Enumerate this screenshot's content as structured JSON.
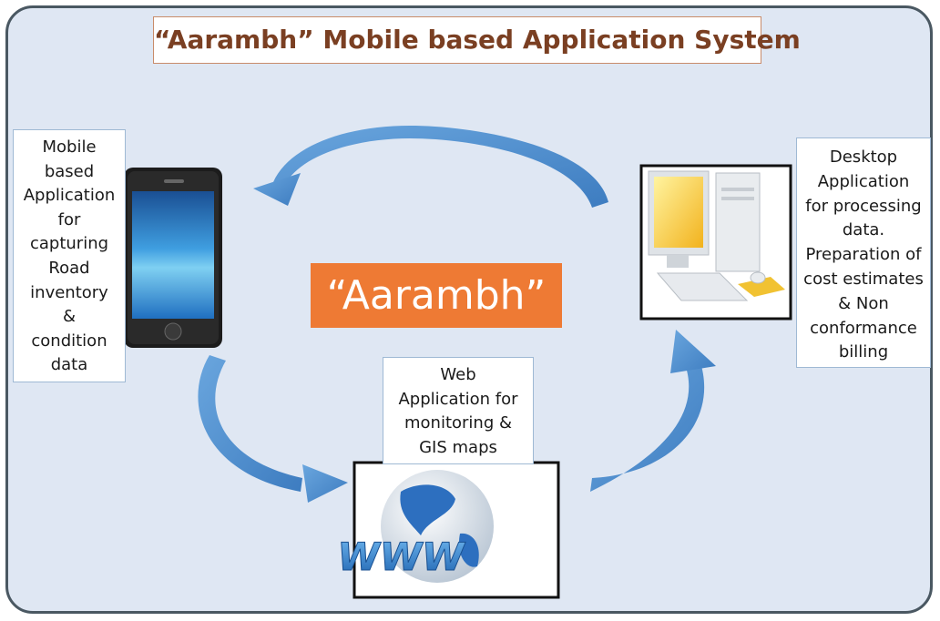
{
  "title": "“Aarambh” Mobile based Application System",
  "center_label": "“Aarambh”",
  "mobile_box": {
    "lines": [
      "Mobile",
      "based",
      "Application",
      "for",
      "capturing",
      "Road",
      "inventory",
      "&",
      "condition",
      "data"
    ]
  },
  "desktop_box": {
    "lines": [
      "Desktop",
      "Application",
      "for processing",
      "data.",
      "Preparation of",
      "cost estimates",
      "& Non",
      "conformance",
      "billing"
    ]
  },
  "web_box": {
    "lines": [
      "Web",
      "Application for",
      "monitoring &",
      "GIS maps"
    ]
  },
  "www_text": "WWW",
  "colors": {
    "background": "#dfe7f3",
    "title_text": "#7a3f22",
    "center_fill": "#ee7a34",
    "arrow": "#4f8fd0"
  }
}
